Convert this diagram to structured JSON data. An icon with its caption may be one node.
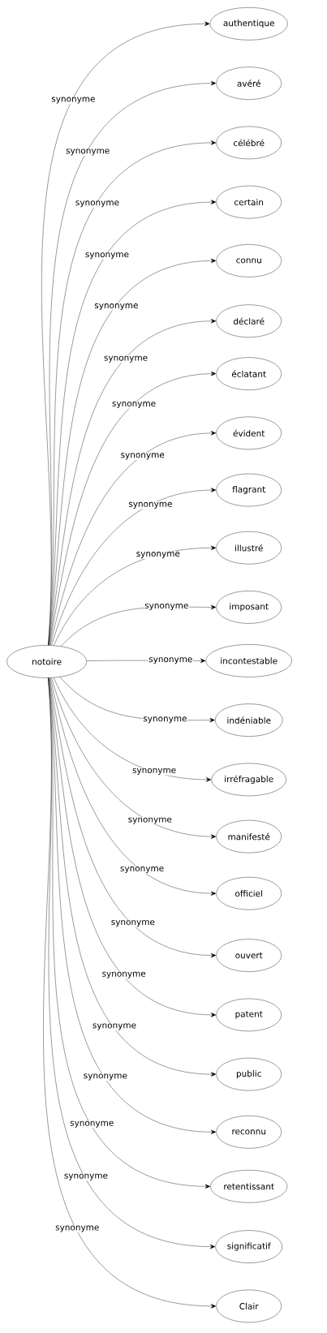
{
  "diagram": {
    "nodes": [
      {
        "text": [
          "notoire"
        ]
      },
      {
        "text": [
          "authentique"
        ]
      },
      {
        "text": [
          "avéré"
        ]
      },
      {
        "text": [
          "célébré"
        ]
      },
      {
        "text": [
          "certain"
        ]
      },
      {
        "text": [
          "connu"
        ]
      },
      {
        "text": [
          "déclaré"
        ]
      },
      {
        "text": [
          "éclatant"
        ]
      },
      {
        "text": [
          "évident"
        ]
      },
      {
        "text": [
          "flagrant"
        ]
      },
      {
        "text": [
          "illustré"
        ]
      },
      {
        "text": [
          "imposant"
        ]
      },
      {
        "text": [
          "incontestable"
        ]
      },
      {
        "text": [
          "indéniable"
        ]
      },
      {
        "text": [
          "irréfragable"
        ]
      },
      {
        "text": [
          "manifesté"
        ]
      },
      {
        "text": [
          "officiel"
        ]
      },
      {
        "text": [
          "ouvert"
        ]
      },
      {
        "text": [
          "patent"
        ]
      },
      {
        "text": [
          "public"
        ]
      },
      {
        "text": [
          "reconnu"
        ]
      },
      {
        "text": [
          "retentissant"
        ]
      },
      {
        "text": [
          "significatif"
        ]
      },
      {
        "text": [
          "Clair"
        ]
      }
    ],
    "edges": [
      {
        "from": 0,
        "to": 1,
        "arrow": "to",
        "label": "synonyme"
      },
      {
        "from": 0,
        "to": 2,
        "arrow": "to",
        "label": "synonyme"
      },
      {
        "from": 0,
        "to": 3,
        "arrow": "to",
        "label": "synonyme"
      },
      {
        "from": 0,
        "to": 4,
        "arrow": "to",
        "label": "synonyme"
      },
      {
        "from": 0,
        "to": 5,
        "arrow": "to",
        "label": "synonyme"
      },
      {
        "from": 0,
        "to": 6,
        "arrow": "to",
        "label": "synonyme"
      },
      {
        "from": 0,
        "to": 7,
        "arrow": "to",
        "label": "synonyme"
      },
      {
        "from": 0,
        "to": 8,
        "arrow": "to",
        "label": "synonyme"
      },
      {
        "from": 0,
        "to": 9,
        "arrow": "to",
        "label": "synonyme"
      },
      {
        "from": 0,
        "to": 10,
        "arrow": "to",
        "label": "synonyme"
      },
      {
        "from": 0,
        "to": 11,
        "arrow": "to",
        "label": "synonyme"
      },
      {
        "from": 0,
        "to": 12,
        "arrow": "to",
        "label": "synonyme"
      },
      {
        "from": 0,
        "to": 13,
        "arrow": "to",
        "label": "synonyme"
      },
      {
        "from": 0,
        "to": 14,
        "arrow": "to",
        "label": "synonyme"
      },
      {
        "from": 0,
        "to": 15,
        "arrow": "to",
        "label": "synonyme"
      },
      {
        "from": 0,
        "to": 16,
        "arrow": "to",
        "label": "synonyme"
      },
      {
        "from": 0,
        "to": 17,
        "arrow": "to",
        "label": "synonyme"
      },
      {
        "from": 0,
        "to": 18,
        "arrow": "to",
        "label": "synonyme"
      },
      {
        "from": 0,
        "to": 19,
        "arrow": "to",
        "label": "synonyme"
      },
      {
        "from": 0,
        "to": 20,
        "arrow": "to",
        "label": "synonyme"
      },
      {
        "from": 0,
        "to": 21,
        "arrow": "to",
        "label": "synonyme"
      },
      {
        "from": 0,
        "to": 22,
        "arrow": "to",
        "label": "synonyme"
      },
      {
        "from": 0,
        "to": 23,
        "arrow": "to",
        "label": "synonyme"
      }
    ]
  }
}
